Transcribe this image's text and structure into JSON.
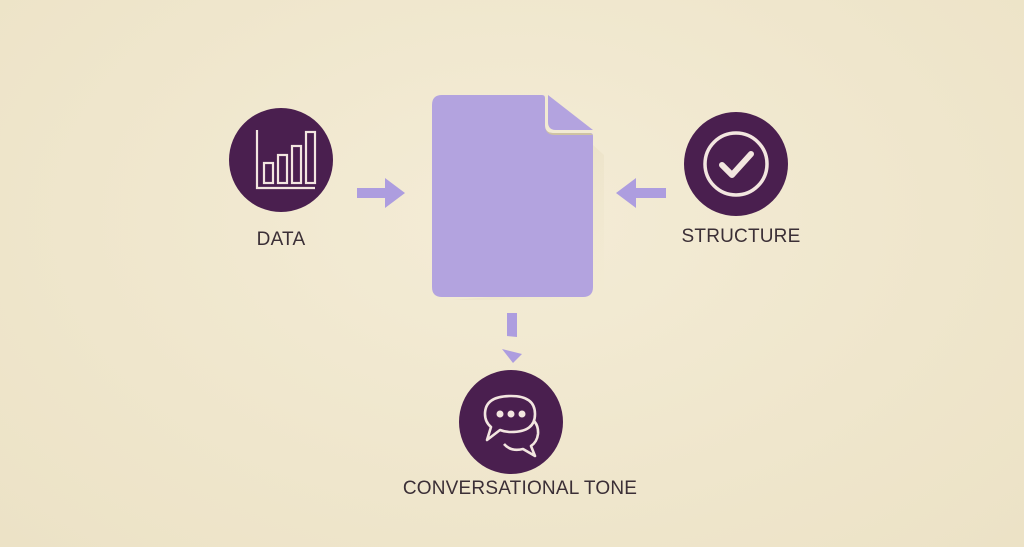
{
  "diagram": {
    "colors": {
      "background": "#f1e8cf",
      "node_fill": "#4a1f4f",
      "icon_stroke": "#f3e6e0",
      "document_fill": "#b3a3df",
      "arrow_fill": "#ad9ddf",
      "label_text": "#3b2f36"
    },
    "center": {
      "name": "document",
      "icon": "document-icon"
    },
    "nodes": [
      {
        "id": "data",
        "label": "DATA",
        "icon": "bar-chart-icon",
        "arrow_to_center": "right"
      },
      {
        "id": "structure",
        "label": "STRUCTURE",
        "icon": "check-circle-icon",
        "arrow_to_center": "left"
      },
      {
        "id": "conversational_tone",
        "label": "CONVERSATIONAL TONE",
        "icon": "chat-bubbles-icon",
        "arrow_from_center": "down"
      }
    ]
  }
}
